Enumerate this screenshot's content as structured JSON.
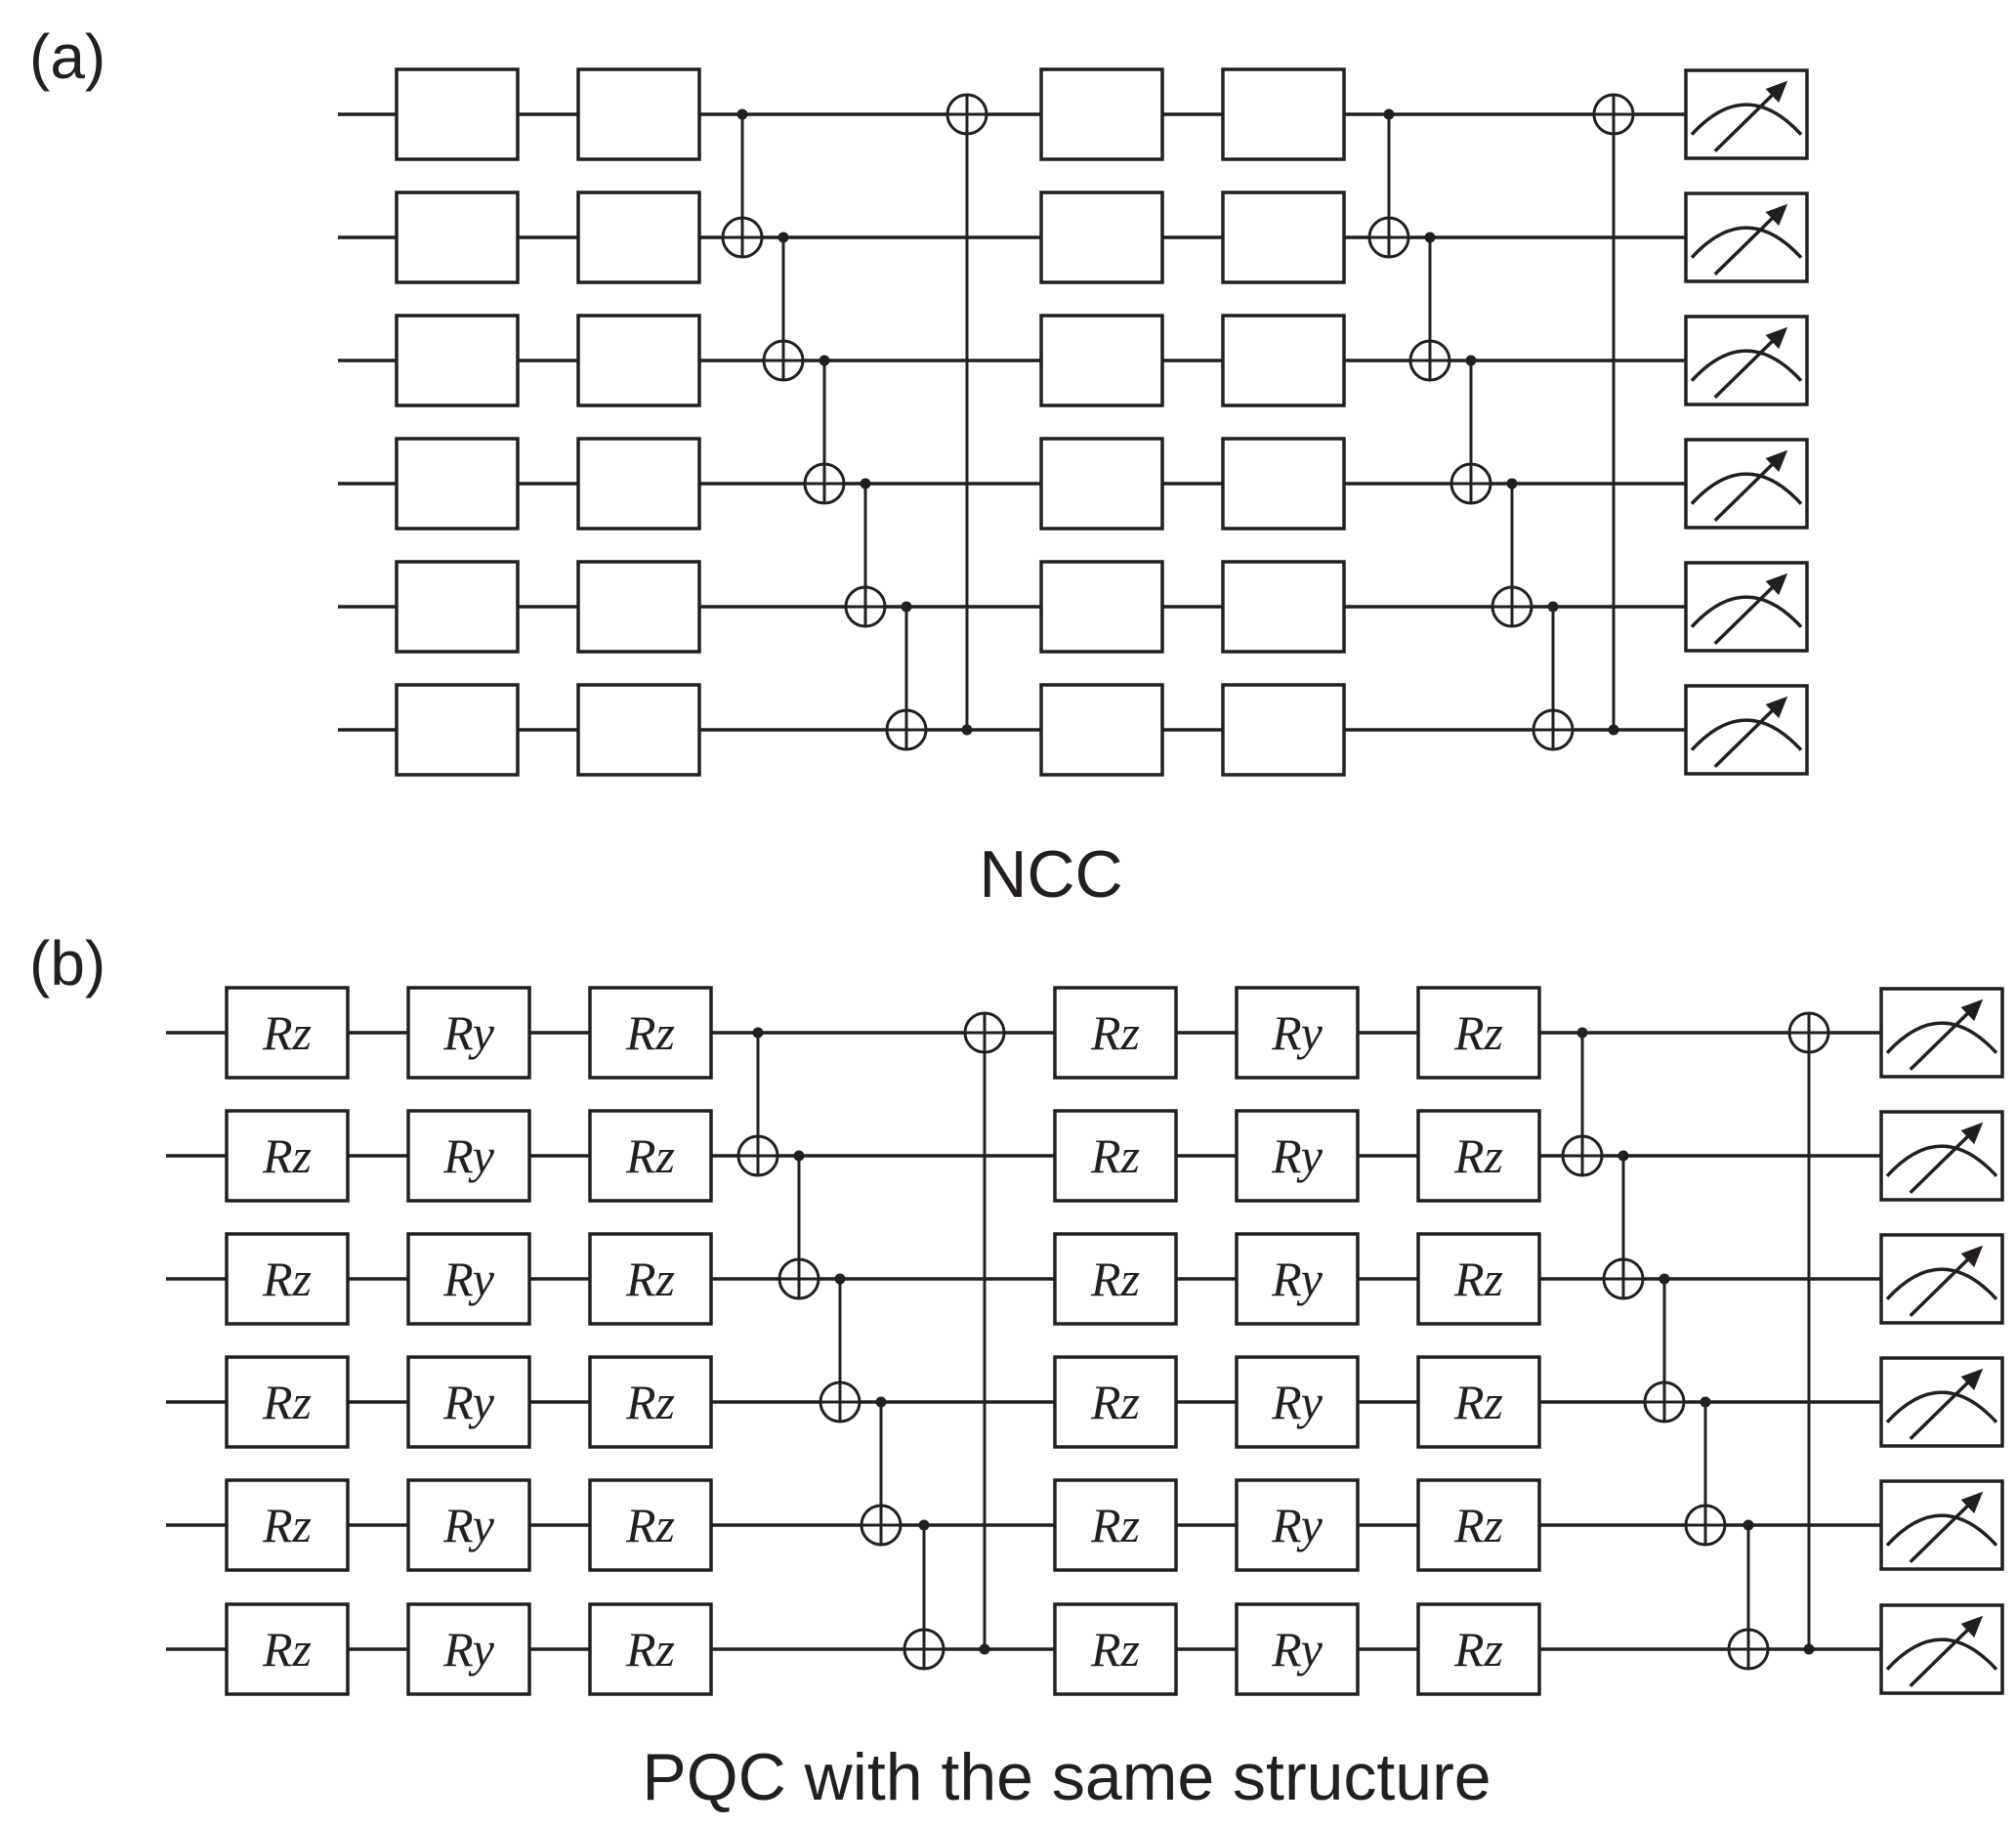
{
  "panel_a": {
    "label": "(a)",
    "caption": "NCC",
    "layer_gates": [
      "",
      ""
    ],
    "qubits": 6
  },
  "panel_b": {
    "label": "(b)",
    "caption": "PQC with the same structure",
    "layer_gates": [
      "Rz",
      "Ry",
      "Rz"
    ],
    "qubits": 6
  },
  "structure": {
    "repetitions": 2,
    "cnot_chain": "nearest-neighbor CNOT ladder from qubit 1 to 6, then CNOT from qubit 6 back to qubit 1",
    "measurement": "meter on every qubit"
  },
  "icons": {
    "meter": "measurement-meter-icon",
    "target": "cnot-target-icon",
    "control": "cnot-control-dot"
  },
  "colors": {
    "ink": "#231f20",
    "background": "#ffffff"
  }
}
